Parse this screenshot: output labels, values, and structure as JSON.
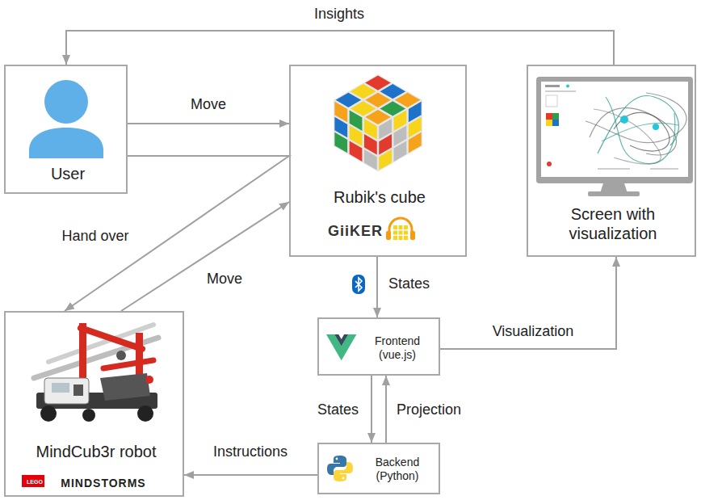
{
  "diagram": {
    "nodes": [
      {
        "text": [
          "User"
        ]
      },
      {
        "text": [
          "Rubik's cube",
          "GiiKER"
        ]
      },
      {
        "text": [
          "Screen with visualization"
        ]
      },
      {
        "text": [
          "MindCub3r robot",
          "LEGO",
          "MINDSTORMS"
        ]
      },
      {
        "text": [
          "Frontend (vue.js)"
        ]
      },
      {
        "text": [
          "Backend (Python)"
        ]
      }
    ],
    "edges": [
      {
        "from": 0,
        "to": 1,
        "label": "Move",
        "arrow": "to"
      },
      {
        "from": 0,
        "to": 3,
        "label": "Hand over",
        "arrow": "to"
      },
      {
        "from": 3,
        "to": 1,
        "label": "Move",
        "arrow": "to"
      },
      {
        "from": 1,
        "to": 4,
        "label": "States",
        "arrow": "to"
      },
      {
        "from": 4,
        "to": 2,
        "label": "Visualization",
        "arrow": "to"
      },
      {
        "from": 4,
        "to": 5,
        "label": "States",
        "arrow": "to"
      },
      {
        "from": 5,
        "to": 4,
        "label": "Projection",
        "arrow": "to"
      },
      {
        "from": 5,
        "to": 3,
        "label": "Instructions",
        "arrow": "to"
      },
      {
        "from": 2,
        "to": 0,
        "label": "Insights",
        "arrow": "to"
      }
    ]
  }
}
